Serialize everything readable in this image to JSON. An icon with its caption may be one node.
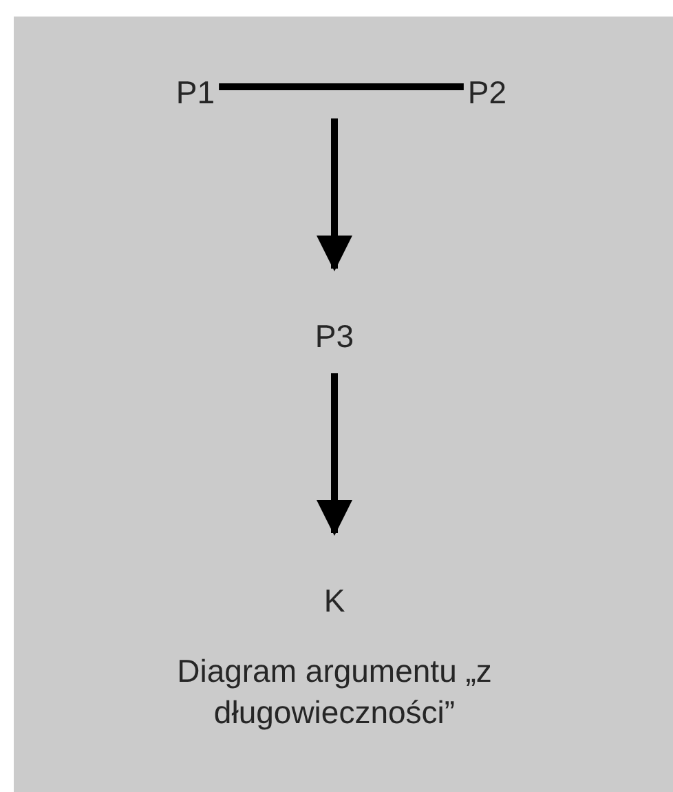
{
  "diagram": {
    "caption": "Diagram argumentu „z długowieczności”",
    "nodes": [
      {
        "text": [
          "P1"
        ]
      },
      {
        "text": [
          "P2"
        ]
      },
      {
        "text": [
          "P3"
        ]
      },
      {
        "text": [
          "K"
        ]
      }
    ],
    "edges": [
      {
        "from": 0,
        "to": 1,
        "arrow": "none"
      },
      {
        "from": null,
        "to": 2,
        "arrow": "to"
      },
      {
        "from": 2,
        "to": 3,
        "arrow": "to"
      }
    ]
  }
}
